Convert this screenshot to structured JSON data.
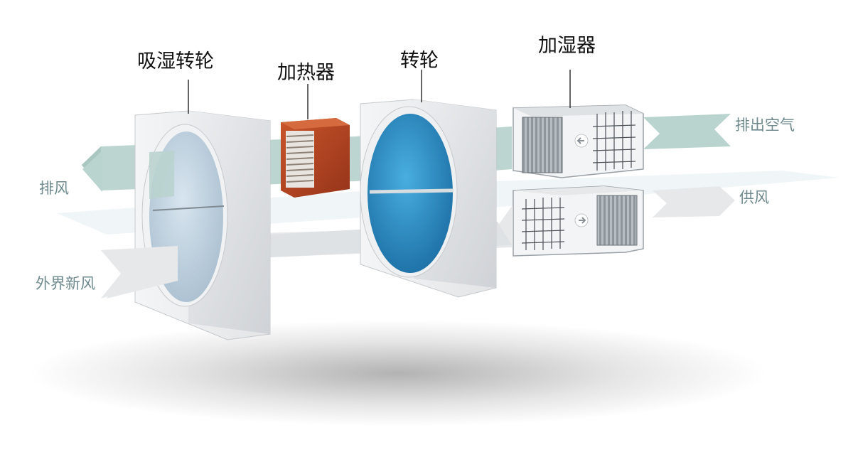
{
  "labels": {
    "desiccant_wheel": "吸湿转轮",
    "heater": "加热器",
    "wheel": "转轮",
    "humidifier": "加湿器",
    "exhaust_out": "排出空气",
    "supply_air": "供风",
    "exhaust_air": "排风",
    "outdoor_fresh_air": "外界新风"
  },
  "colors": {
    "label_main": "#111111",
    "flow_label": "#6f8a8d",
    "exhaust_arrow": "#b9d3cf",
    "supply_arrow": "#e6e8ea",
    "frame": "#dcdee1",
    "desiccant_disc": "#c6d9e6",
    "wheel_disc": "#2b8fc7",
    "heater": "#b2431e"
  },
  "icons": {
    "humidifier_upper_arrow": "arrow-left-icon",
    "humidifier_lower_arrow": "arrow-right-icon"
  }
}
